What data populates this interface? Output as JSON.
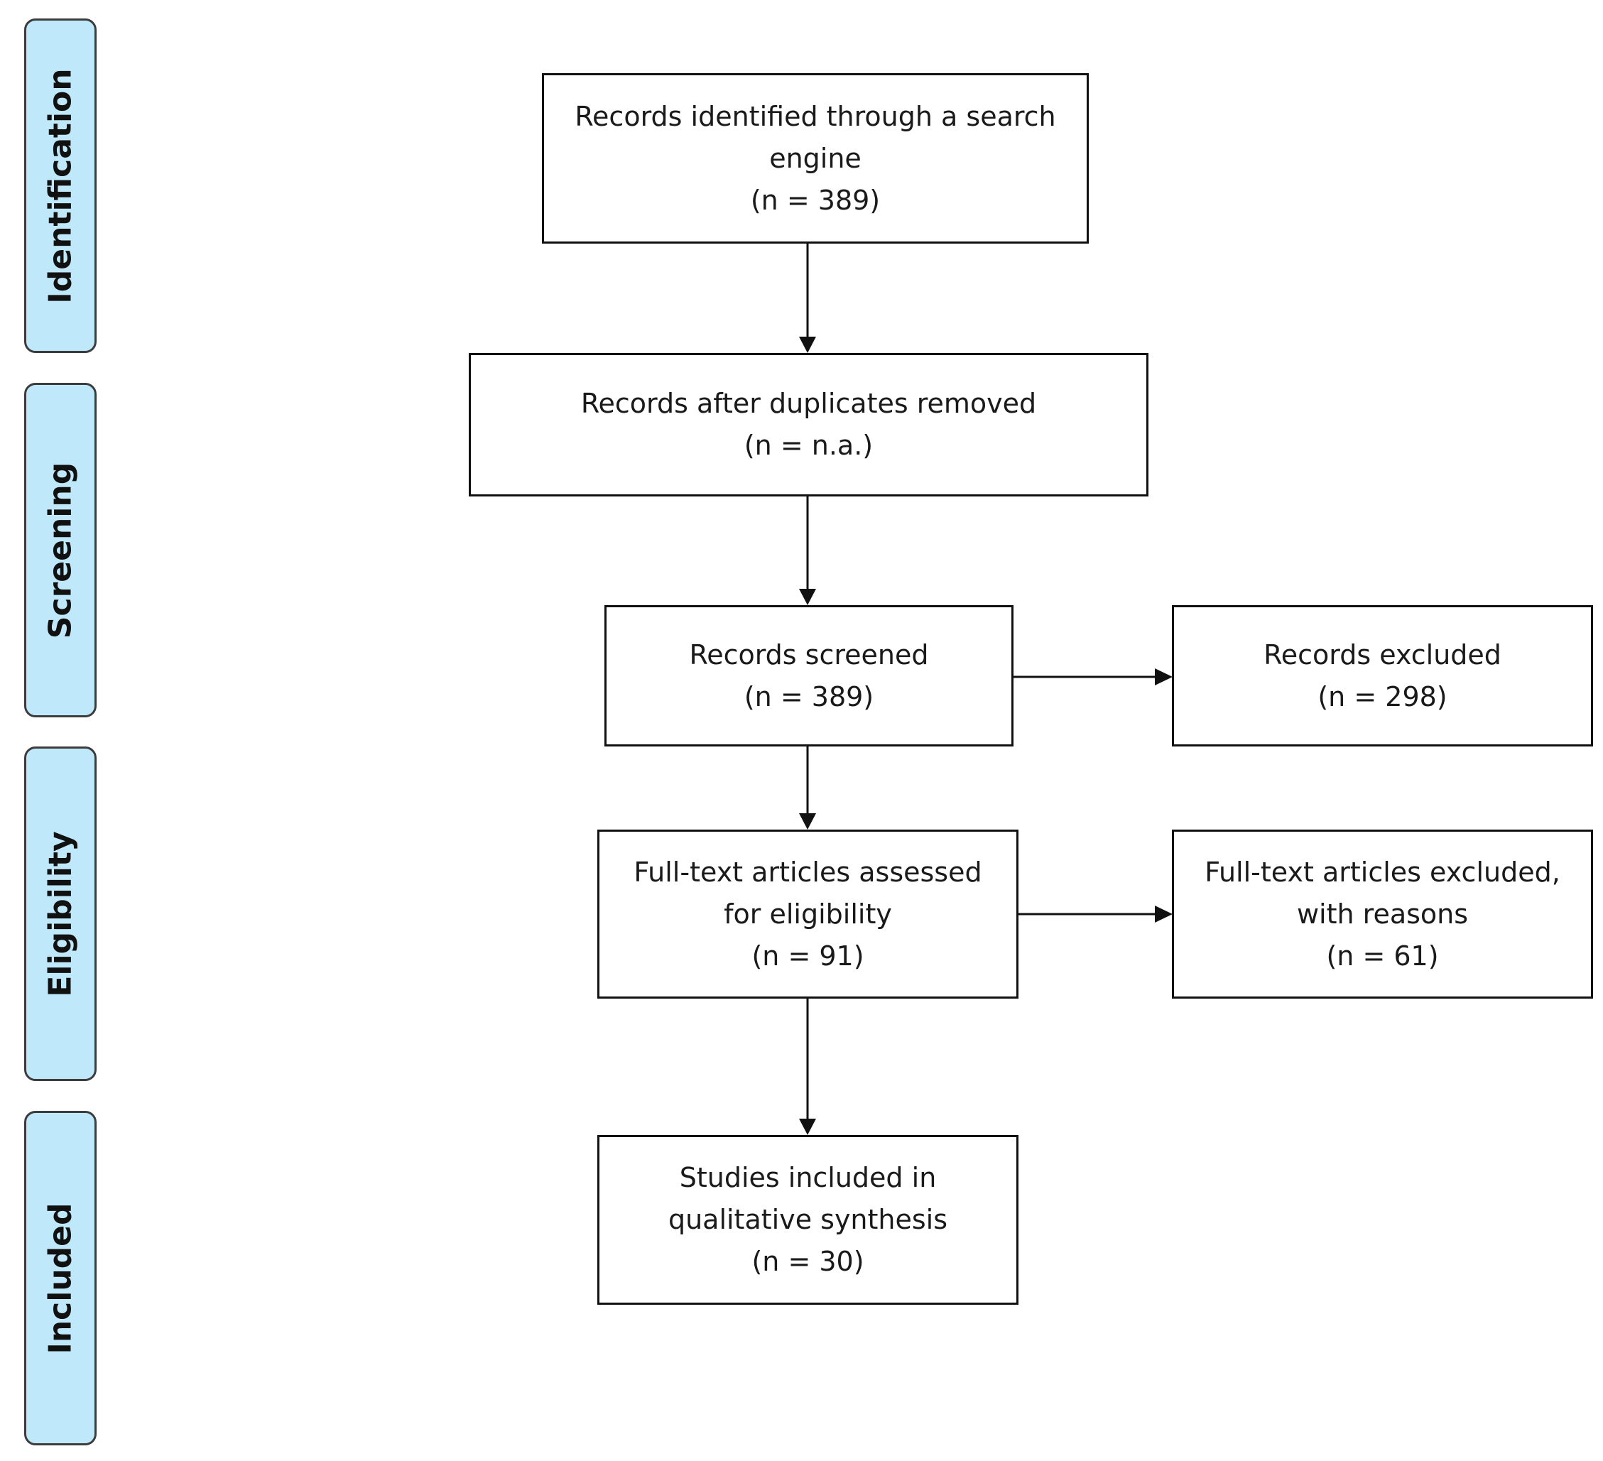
{
  "phases": [
    {
      "label": "Identification"
    },
    {
      "label": "Screening"
    },
    {
      "label": "Eligibility"
    },
    {
      "label": "Included"
    }
  ],
  "boxes": {
    "identified": {
      "line1": "Records identified through a search",
      "line2": "engine",
      "count": "(n = 389)"
    },
    "after_duplicates": {
      "line1": "Records after duplicates removed",
      "count": "(n = n.a.)"
    },
    "screened": {
      "line1": "Records screened",
      "count": "(n = 389)"
    },
    "excluded": {
      "line1": "Records excluded",
      "count": "(n = 298)"
    },
    "assessed": {
      "line1": "Full-text articles assessed",
      "line2": "for eligibility",
      "count": "(n = 91)"
    },
    "fulltext_excluded": {
      "line1": "Full-text articles excluded,",
      "line2": "with reasons",
      "count": "(n = 61)"
    },
    "included": {
      "line1": "Studies included in",
      "line2": "qualitative synthesis",
      "count": "(n = 30)"
    }
  },
  "colors": {
    "phase_fill": "#bfe9fb",
    "phase_border": "#3c3c3c",
    "box_border": "#111111",
    "arrow": "#111111"
  }
}
